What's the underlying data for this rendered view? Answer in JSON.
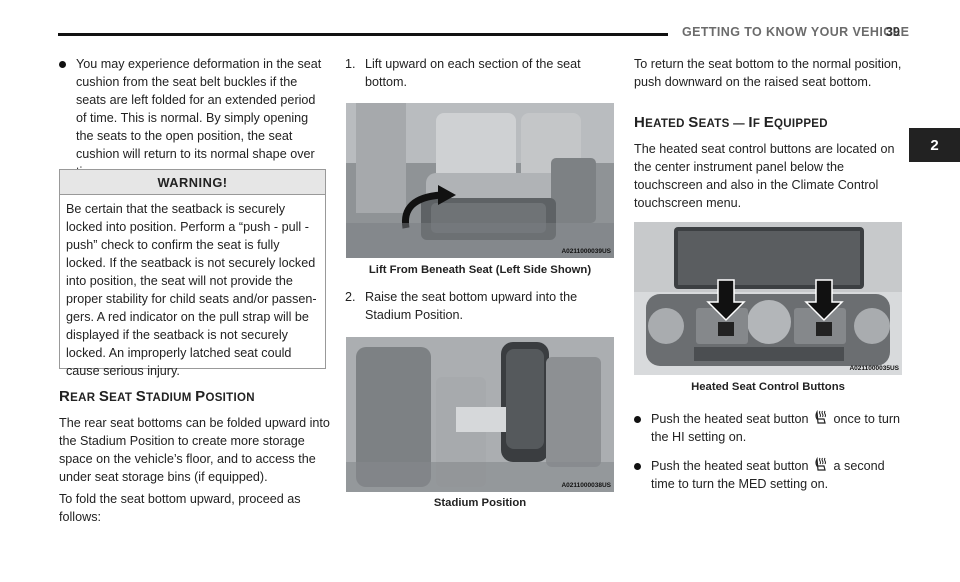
{
  "header": {
    "title": "GETTING TO KNOW YOUR VEHICLE",
    "page_number": "39"
  },
  "chapter_tab": "2",
  "left": {
    "bullet_text": "You may experience deformation in the seat cushion from the seat belt buckles if the seats are left folded for an extended period of time. This is normal. By simply opening the seats to the open position, the seat cushion will return to its normal shape over time.",
    "warning": {
      "title": "WARNING!",
      "body": "Be certain that the seatback is securely locked into position. Perform a “push - pull - push” check to confirm the seat is fully locked. If the seatback is not securely locked into position, the seat will not provide the proper stability for child seats and/or passen-gers. A red indicator on the pull strap will be displayed if the seatback is not securely locked. An improperly latched seat could cause serious injury."
    },
    "heading": {
      "c1": "R",
      "w1": "EAR ",
      "c2": "S",
      "w2": "EAT ",
      "c3": "S",
      "w3": "TADIUM ",
      "c4": "P",
      "w4": "OSITION"
    },
    "para1": "The rear seat bottoms can be folded upward into the Stadium Position to create more storage space on the vehicle’s floor, and to access the under seat storage bins (if equipped).",
    "para2": "To fold the seat bottom upward, proceed as follows:"
  },
  "middle": {
    "step1_num": "1.",
    "step1_text": "Lift upward on each section of the seat bottom.",
    "photo1_id": "A0211000039US",
    "photo1_caption": "Lift From Beneath Seat (Left Side Shown)",
    "step2_num": "2.",
    "step2_text": "Raise the seat bottom upward into the Stadium Position.",
    "photo2_id": "A0211000038US",
    "photo2_caption": "Stadium Position"
  },
  "right": {
    "para1": "To return the seat bottom to the normal position, push downward on the raised seat bottom.",
    "heading": {
      "c1": "H",
      "w1": "EATED ",
      "c2": "S",
      "w2": "EATS — ",
      "c3": "I",
      "w3": "F ",
      "c4": "E",
      "w4": "QUIPPED"
    },
    "para2": "The heated seat control buttons are located on the center instrument panel below the touchscreen and also in the Climate Control touchscreen menu.",
    "photo3_id": "A0211000035US",
    "photo3_caption": "Heated Seat Control Buttons",
    "bullet1_pre": "Push the heated seat button",
    "bullet1_post": "once to turn the HI setting on.",
    "bullet2_pre": "Push the heated seat button",
    "bullet2_post": "a second time to turn the MED setting on.",
    "icon": "heated-seat-icon"
  }
}
